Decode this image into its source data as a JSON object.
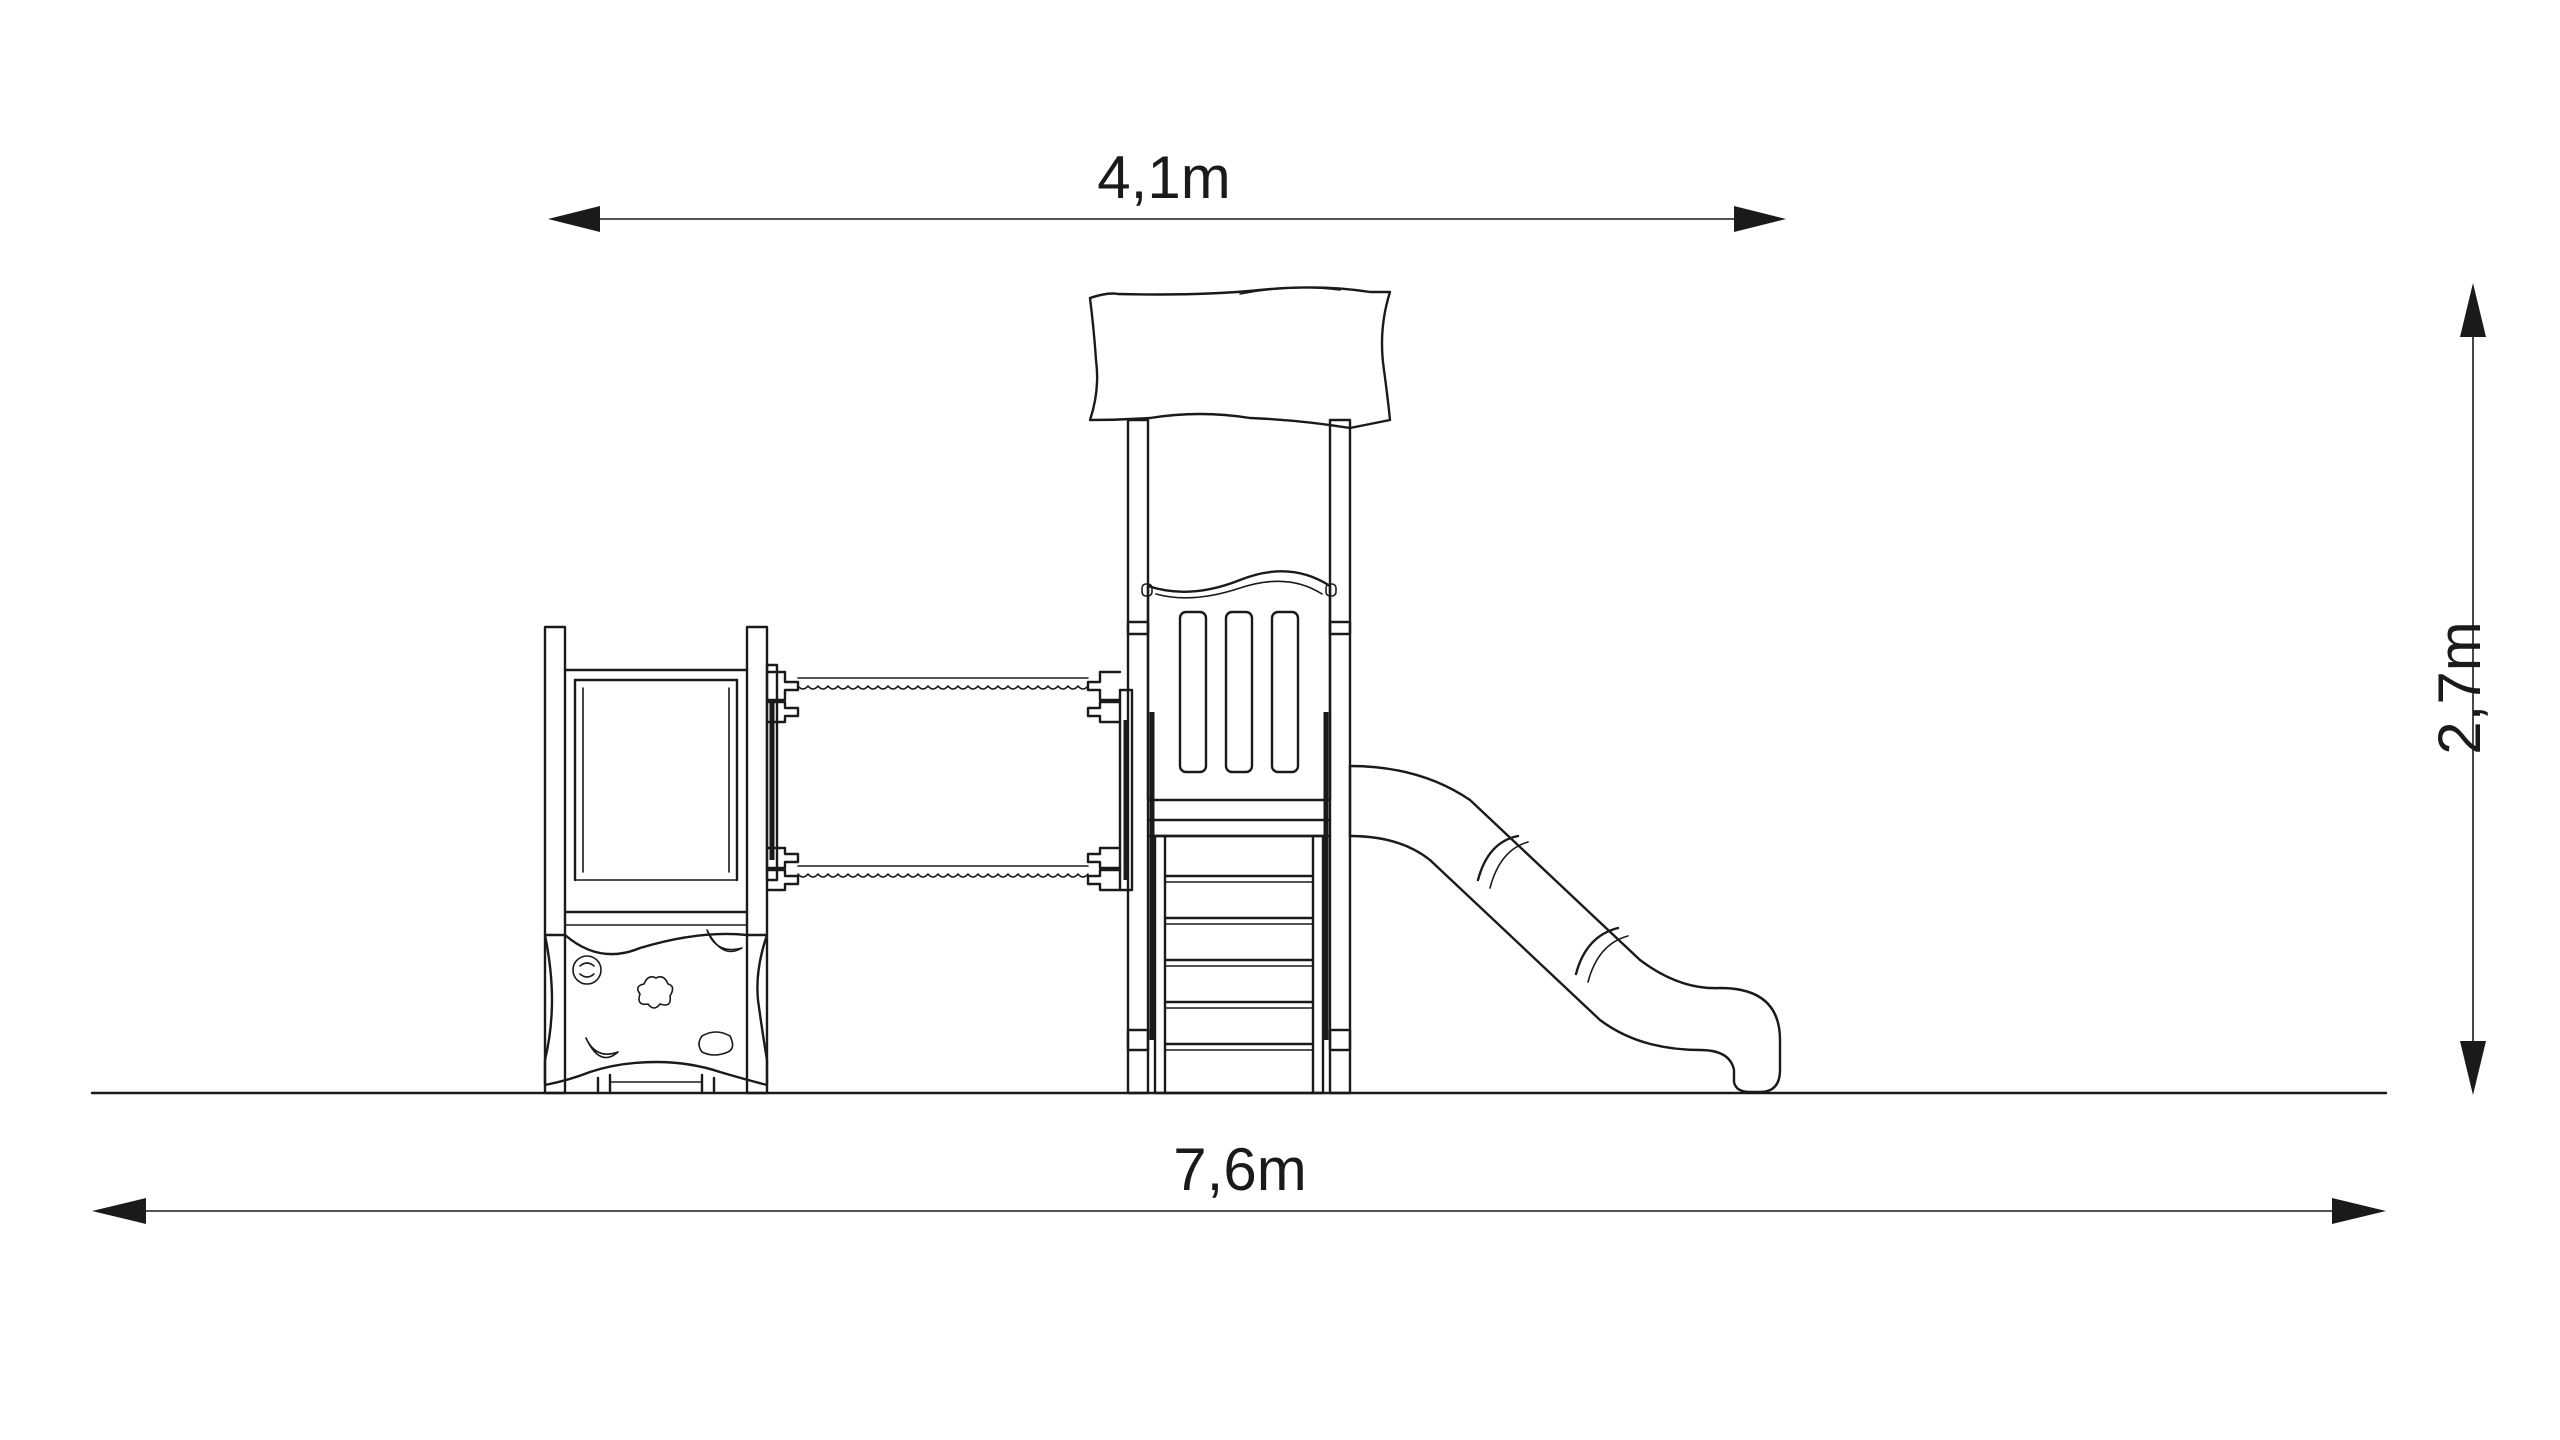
{
  "drawing": {
    "dimensions": {
      "top_width": "4,1m",
      "total_width": "7,6m",
      "height": "2,7m"
    },
    "colors": {
      "line": "#1a1a1a",
      "background": "#ffffff"
    }
  }
}
